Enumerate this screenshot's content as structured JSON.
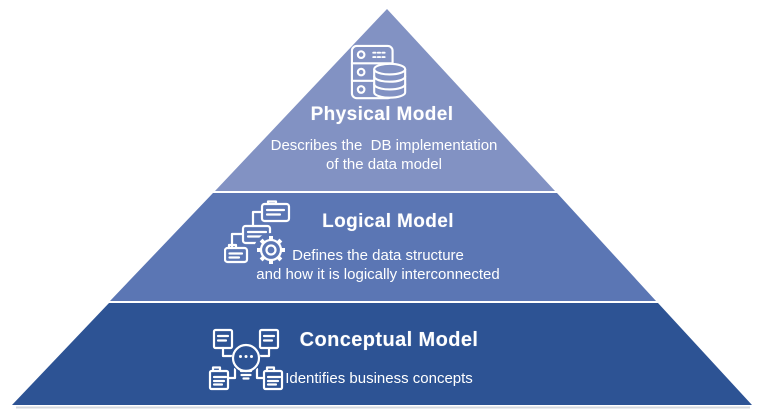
{
  "diagram": {
    "type": "pyramid",
    "subject": "data modeling levels",
    "levels": [
      {
        "name": "physical",
        "title": "Physical Model",
        "description_lines": [
          "Describes the  DB implementation",
          "of the data model"
        ],
        "icon": "server-database-icon",
        "color": "#8292C3"
      },
      {
        "name": "logical",
        "title": "Logical Model",
        "description_lines": [
          "Defines the data structure",
          "and how it is logically interconnected"
        ],
        "icon": "data-structure-gear-icon",
        "color": "#5B76B4"
      },
      {
        "name": "conceptual",
        "title": "Conceptual Model",
        "description_lines": [
          "Identifies business concepts"
        ],
        "icon": "lightbulb-concepts-icon",
        "color": "#2D5394"
      }
    ],
    "colors": {
      "text": "#FFFFFF",
      "divider": "#FFFFFF",
      "baseline": "#D5D8DE"
    }
  }
}
